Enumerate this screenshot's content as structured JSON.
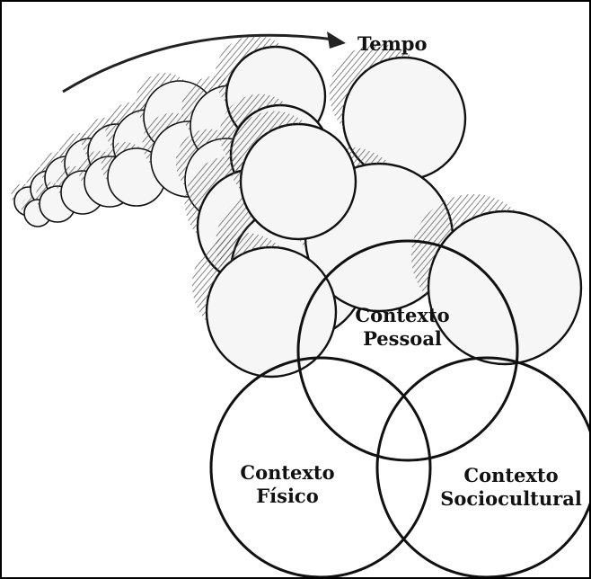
{
  "labels": {
    "time": "Tempo",
    "personal": [
      "Contexto",
      "Pessoal"
    ],
    "physical": [
      "Contexto",
      "Físico"
    ],
    "sociocultural": [
      "Contexto",
      "Sociocultural"
    ]
  },
  "colors": {
    "ink": "#111111",
    "sphere_fill": "#f6f6f6",
    "hatch": "#4a4a4a",
    "background": "#ffffff"
  }
}
